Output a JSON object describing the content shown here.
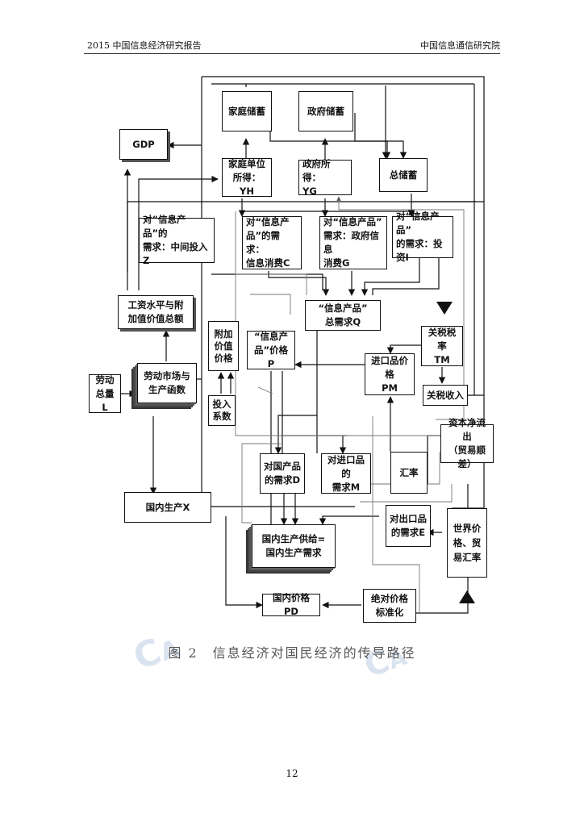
{
  "header": {
    "left": "2015 中国信息经济研究报告",
    "right": "中国信息通信研究院"
  },
  "boxes": {
    "gdp": "GDP",
    "household_savings": "家庭储蓄",
    "government_savings": "政府储蓄",
    "household_income": "家庭单位\n所得：YH",
    "government_income": "政府所得：\nYG",
    "total_savings": "总储蓄",
    "demand_intermediate": "对“信息产品”的\n需求：中间投入Z",
    "demand_consumption": "对“信息产\n品”的需求：\n信息消费C",
    "demand_government": "对“信息产品”\n需求：政府信息\n消费G",
    "demand_investment": "对“信息产品”\n的需求：投资I",
    "wages_value_added": "工资水平与附\n加值价值总额",
    "info_total_demand": "“信息产品”\n总需求Q",
    "value_added_price": "附加\n价值\n价格",
    "info_price": "“信息产\n品”价格P",
    "tariff_rate": "关税税率\nTM",
    "import_price": "进口品价格\nPM",
    "tariff_revenue": "关税收入",
    "labor_total": "劳动\n总量L",
    "labor_market": "劳动市场与\n生产函数",
    "input_coefficient": "投入\n系数",
    "capital_outflow": "资本净流出\n（贸易顺差）",
    "demand_domestic": "对国产品\n的需求D",
    "demand_import": "对进口品的\n需求M",
    "exchange_rate": "汇率",
    "domestic_production": "国内生产X",
    "demand_export": "对出口品\n的需求E",
    "world_price": "世界价\n格、贸\n易汇率",
    "supply_equals_demand": "国内生产供给=\n国内生产需求",
    "domestic_price": "国内价格PD",
    "absolute_price": "绝对价格\n标准化"
  },
  "caption": "图 2　信息经济对国民经济的传导路径",
  "page_number": "12",
  "watermark": "CAICT",
  "colors": {
    "line": "#111111",
    "thin_line": "#777777",
    "watermark": "#3a6fb0"
  }
}
